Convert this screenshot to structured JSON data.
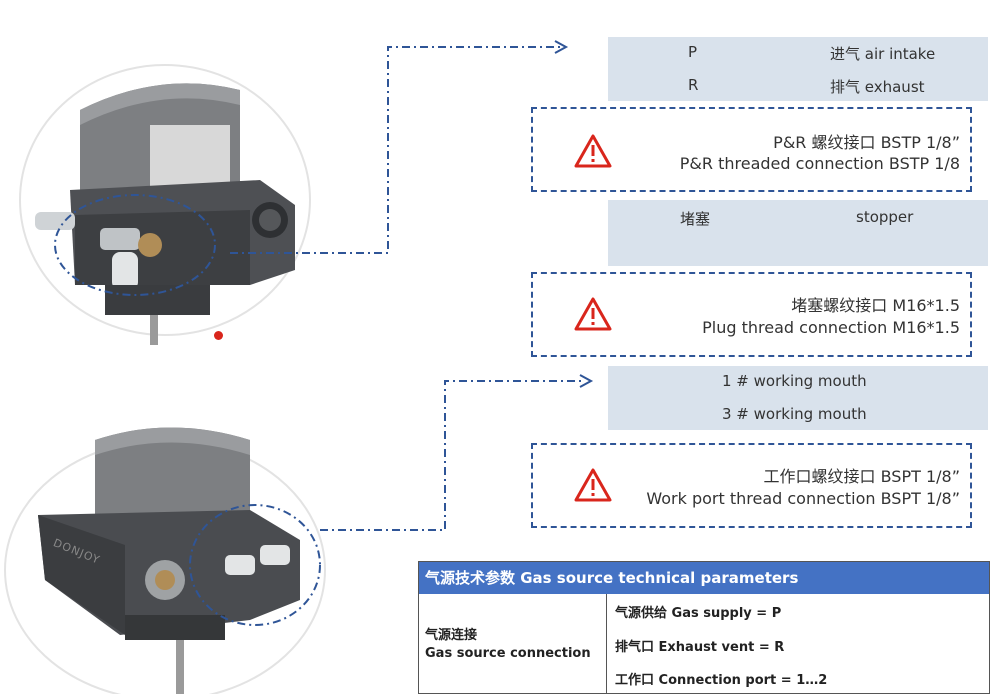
{
  "colors": {
    "accent": "#2f5597",
    "panel": "#d9e2ec",
    "header": "#4472c4",
    "warning": "#d9261c"
  },
  "intake_panel": {
    "rows": [
      {
        "code": "P",
        "label": "进气  air intake"
      },
      {
        "code": "R",
        "label": "排气   exhaust"
      }
    ]
  },
  "warning_pr": {
    "line1": "P&R 螺纹接口 BSTP 1/8”",
    "line2": "P&R threaded connection BSTP 1/8"
  },
  "stopper_panel": {
    "cn": "堵塞",
    "en": "stopper"
  },
  "warning_plug": {
    "line1": "堵塞螺纹接口 M16*1.5",
    "line2": "Plug thread connection M16*1.5"
  },
  "work_panel": {
    "row1": "1 #  working mouth",
    "row2": "3 #  working mouth"
  },
  "warning_work": {
    "line1": "工作口螺纹接口 BSPT 1/8”",
    "line2": "Work port thread connection BSPT 1/8”"
  },
  "table": {
    "header": "气源技术参数  Gas source technical parameters",
    "left_cn": "气源连接",
    "left_en": "Gas source connection",
    "rows": [
      "气源供给  Gas supply   = P",
      "排气口   Exhaust vent  = R",
      "工作口  Connection port  = 1…2"
    ]
  },
  "device_brand": "DONJOY",
  "icons": [
    "warning-triangle-icon",
    "arrow-right-icon"
  ]
}
